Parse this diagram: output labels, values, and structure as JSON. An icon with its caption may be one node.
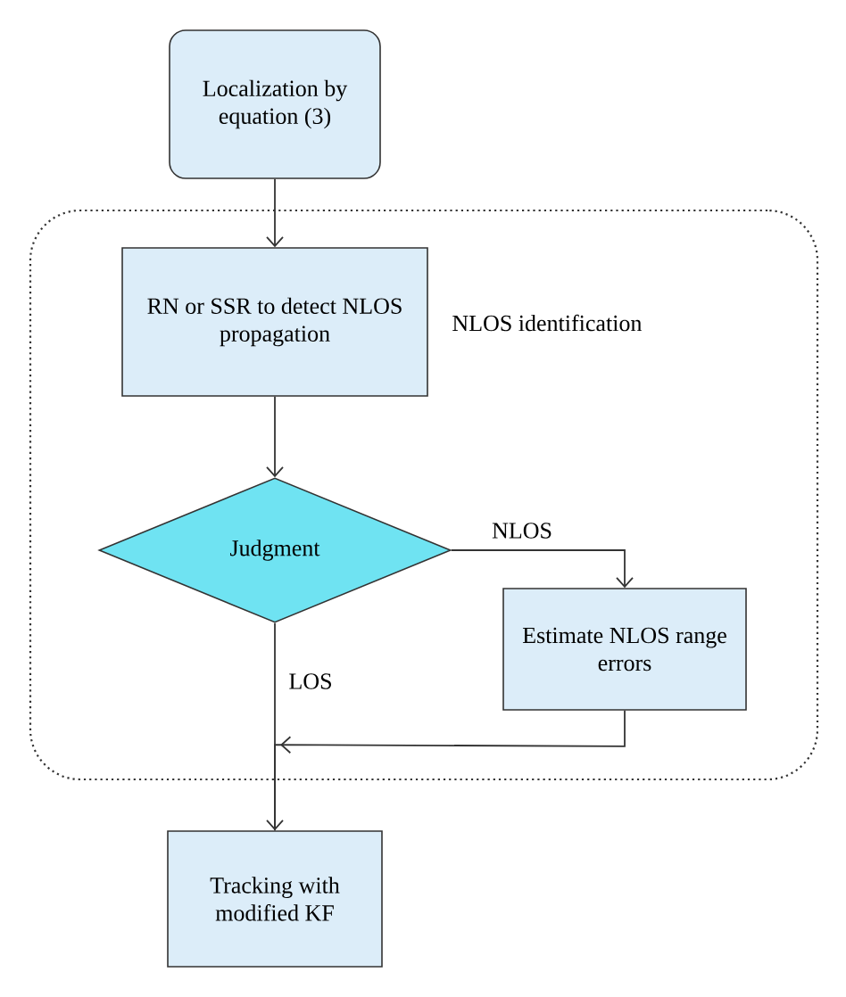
{
  "diagram": {
    "nodes": [
      {
        "text": [
          "Localization by equation (3)"
        ]
      },
      {
        "text": [
          "NLOS identification"
        ]
      },
      {
        "text": [
          "RN or SSR to detect NLOS propagation"
        ],
        "in": 1
      },
      {
        "text": [
          "Judgment"
        ],
        "in": 1
      },
      {
        "text": [
          "Estimate NLOS range errors"
        ],
        "in": 1
      },
      {
        "text": [
          "Tracking with modified KF"
        ]
      }
    ],
    "edges": [
      {
        "from": 0,
        "to": 2,
        "arrow": "to"
      },
      {
        "from": 2,
        "to": 3,
        "arrow": "to"
      },
      {
        "from": 3,
        "to": 4,
        "arrow": "to",
        "label": "NLOS"
      },
      {
        "from": 3,
        "to": 5,
        "arrow": "to",
        "label": "LOS"
      },
      {
        "from": 4,
        "to": 5,
        "arrow": "to"
      }
    ]
  }
}
